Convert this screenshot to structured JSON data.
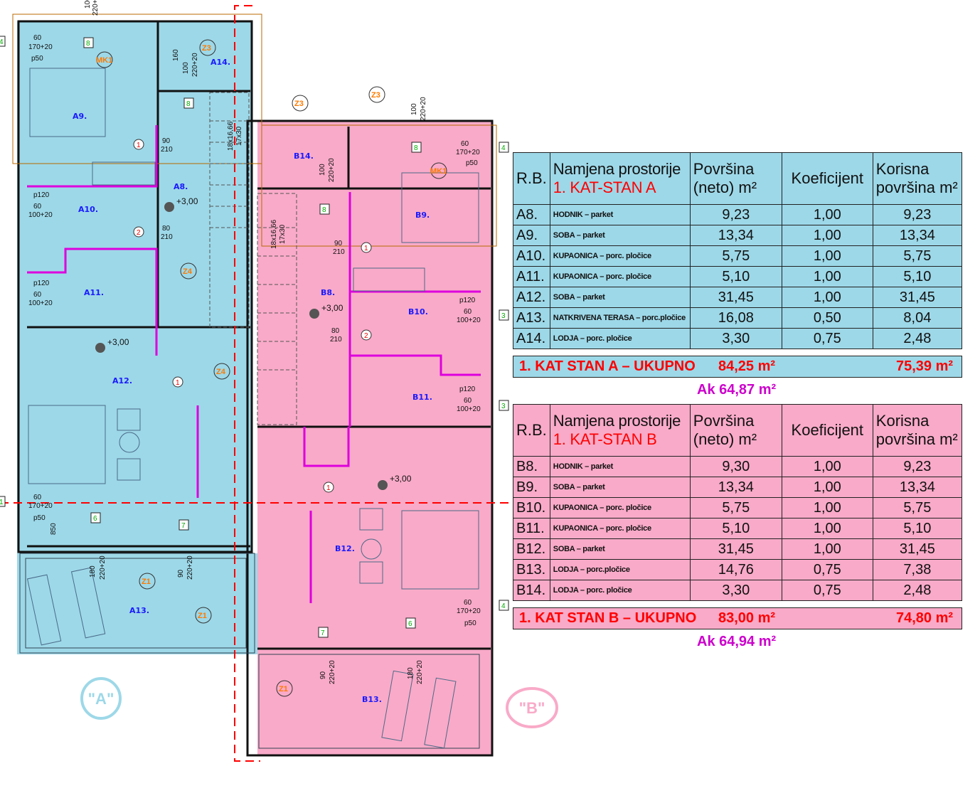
{
  "colors": {
    "apartment_a": "#9dd8e8",
    "apartment_b": "#f9aac8",
    "partition": "#dd00dd",
    "section_line": "#ff0000"
  },
  "plan": {
    "rooms": {
      "A8": "A8.",
      "A9": "A9.",
      "A10": "A10.",
      "A11": "A11.",
      "A12": "A12.",
      "A13": "A13.",
      "A14": "A14.",
      "B8": "B8.",
      "B9": "B9.",
      "B10": "B10.",
      "B11": "B11.",
      "B12": "B12.",
      "B13": "B13.",
      "B14": "B14."
    },
    "level": "+3,00",
    "tags": {
      "z1": "Z1",
      "z3": "Z3",
      "z4": "Z4",
      "mk1": "MK1"
    },
    "door_numbers": {
      "d1": "1",
      "d2": "2"
    },
    "door_dims": {
      "w90": "90",
      "w80": "80",
      "h210": "210"
    },
    "window_numbers": {
      "w8": "8",
      "w6": "6",
      "w7": "7",
      "w4": "4",
      "w3": "3",
      "w1": "1"
    },
    "window_dims": {
      "w60": "60",
      "h170": "170+20",
      "h100": "100+20",
      "p50": "p50",
      "p120": "p120",
      "w100": "100",
      "h220": "220+20",
      "w180": "180",
      "w90": "90",
      "w160": "160",
      "d850": "850"
    },
    "stairs": {
      "s1": "18x16,66",
      "s2": "17x30"
    },
    "apartment_markers": {
      "a": "\"A\"",
      "b": "\"B\""
    }
  },
  "table_a": {
    "headers": {
      "rb": "R.B.",
      "namjena": "Namjena prostorije",
      "stan": "1. KAT-STAN A",
      "povrsina": "Površina",
      "neto": "(neto) m²",
      "koef": "Koeficijent",
      "korisna": "Korisna",
      "korisna2": "površina m²"
    },
    "rows": [
      [
        "A8.",
        "HODNIK – parket",
        "9,23",
        "1,00",
        "9,23"
      ],
      [
        "A9.",
        "SOBA – parket",
        "13,34",
        "1,00",
        "13,34"
      ],
      [
        "A10.",
        "KUPAONICA – porc. pločice",
        "5,75",
        "1,00",
        "5,75"
      ],
      [
        "A11.",
        "KUPAONICA – porc. pločice",
        "5,10",
        "1,00",
        "5,10"
      ],
      [
        "A12.",
        "SOBA – parket",
        "31,45",
        "1,00",
        "31,45"
      ],
      [
        "A13.",
        "NATKRIVENA TERASA – porc.pločice",
        "16,08",
        "0,50",
        "8,04"
      ],
      [
        "A14.",
        "LODJA – porc. pločice",
        "3,30",
        "0,75",
        "2,48"
      ]
    ],
    "total_label": "1. KAT STAN A – UKUPNO",
    "total_neto": "84,25 m²",
    "total_korisna": "75,39 m²",
    "ak": "Ak 64,87 m²"
  },
  "table_b": {
    "headers": {
      "rb": "R.B.",
      "namjena": "Namjena prostorije",
      "stan": "1. KAT-STAN B",
      "povrsina": "Površina",
      "neto": "(neto) m²",
      "koef": "Koeficijent",
      "korisna": "Korisna",
      "korisna2": "površina m²"
    },
    "rows": [
      [
        "B8.",
        "HODNIK – parket",
        "9,30",
        "1,00",
        "9,23"
      ],
      [
        "B9.",
        "SOBA – parket",
        "13,34",
        "1,00",
        "13,34"
      ],
      [
        "B10.",
        "KUPAONICA – porc. pločice",
        "5,75",
        "1,00",
        "5,75"
      ],
      [
        "B11.",
        "KUPAONICA – porc. pločice",
        "5,10",
        "1,00",
        "5,10"
      ],
      [
        "B12.",
        "SOBA – parket",
        "31,45",
        "1,00",
        "31,45"
      ],
      [
        "B13.",
        "LODJA – porc.pločice",
        "14,76",
        "0,75",
        "7,38"
      ],
      [
        "B14.",
        "LODJA – porc. pločice",
        "3,30",
        "0,75",
        "2,48"
      ]
    ],
    "total_label": "1. KAT STAN B – UKUPNO",
    "total_neto": "83,00 m²",
    "total_korisna": "74,80 m²",
    "ak": "Ak 64,94 m²"
  }
}
